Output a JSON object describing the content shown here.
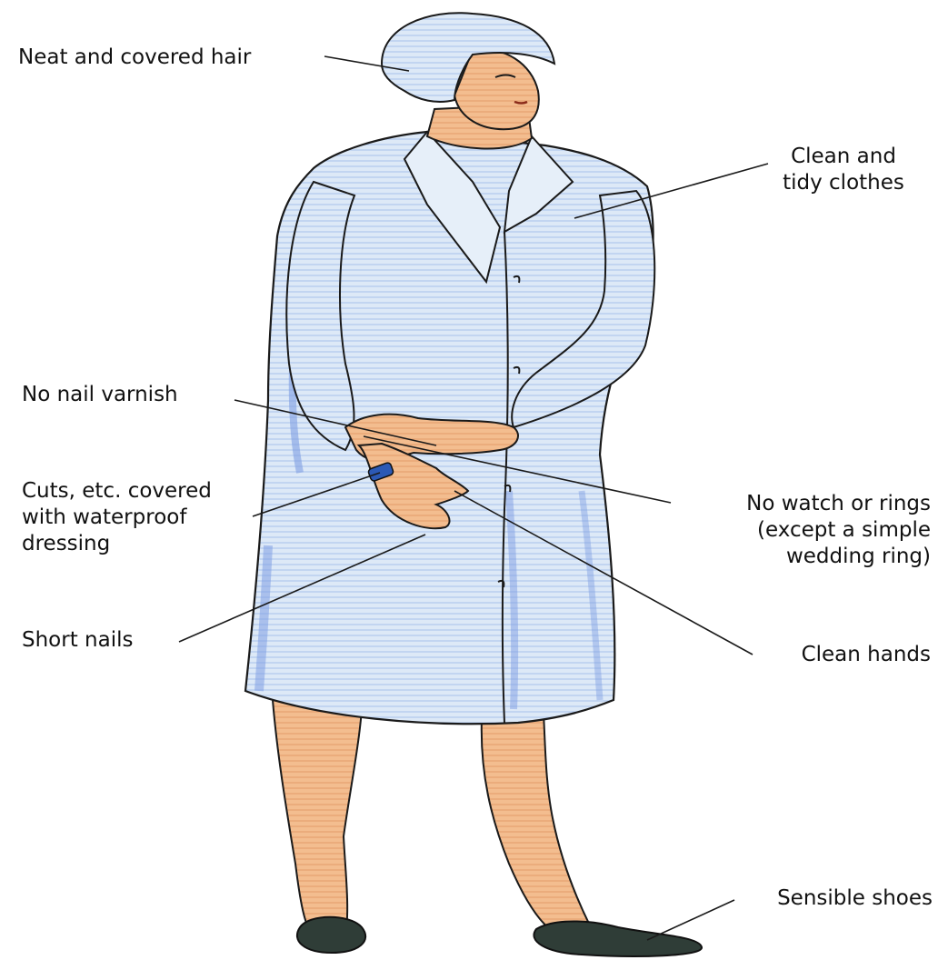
{
  "colors": {
    "coat_fill": "#d8e6f6",
    "coat_shade": "#7f9ee3",
    "skin": "#f1b585",
    "skin_shade": "#d98c55",
    "shoe": "#2f3d37",
    "line": "#1a1a1a",
    "label_text": "#111111"
  },
  "labels": {
    "hair": {
      "lines": [
        "Neat and covered hair"
      ]
    },
    "clothes": {
      "lines": [
        "Clean and",
        "tidy clothes"
      ]
    },
    "varnish": {
      "lines": [
        "No nail varnish"
      ]
    },
    "cuts": {
      "lines": [
        "Cuts, etc. covered",
        "with waterproof",
        "dressing"
      ]
    },
    "watch": {
      "lines": [
        "No watch or rings",
        "(except a simple",
        "wedding ring)"
      ]
    },
    "nails": {
      "lines": [
        "Short nails"
      ]
    },
    "hands": {
      "lines": [
        "Clean hands"
      ]
    },
    "shoes": {
      "lines": [
        "Sensible shoes"
      ]
    }
  }
}
